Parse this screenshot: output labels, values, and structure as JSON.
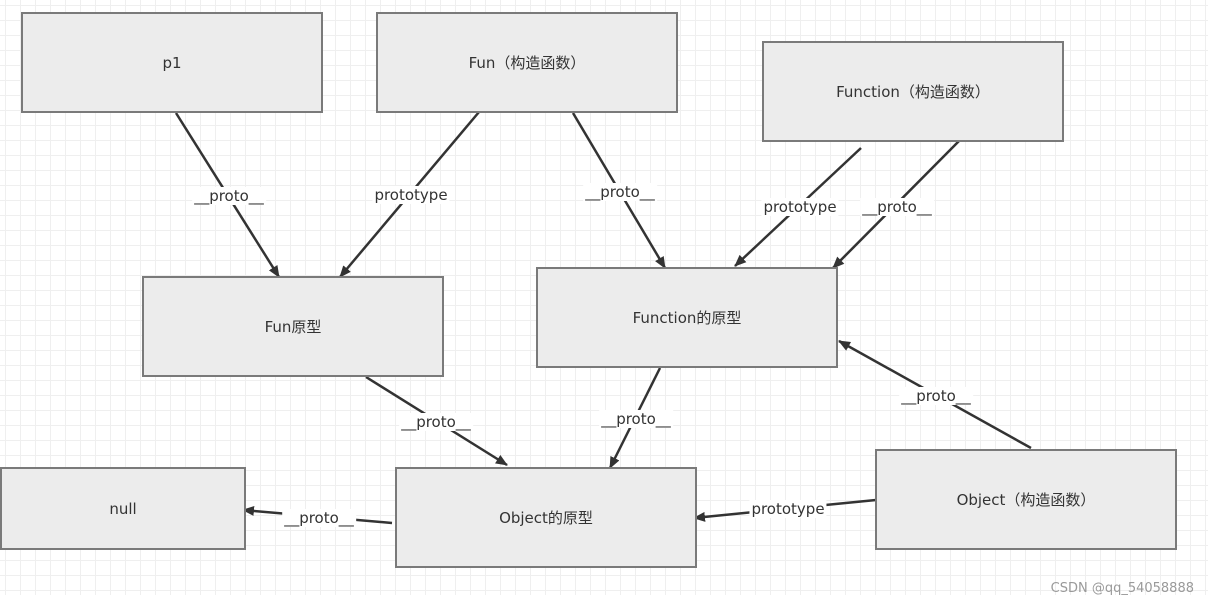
{
  "nodes": {
    "p1": "p1",
    "fun_ctor": "Fun（构造函数）",
    "function_ctor": "Function（构造函数）",
    "fun_proto": "Fun原型",
    "function_proto": "Function的原型",
    "null_node": "null",
    "object_proto": "Object的原型",
    "object_ctor": "Object（构造函数）"
  },
  "edges": {
    "p1_to_fun_proto": "__proto__",
    "fun_ctor_prototype": "prototype",
    "fun_ctor_proto": "__proto__",
    "function_ctor_prototype": "prototype",
    "function_ctor_proto": "__proto__",
    "fun_proto_to_object_proto": "__proto__",
    "function_proto_to_object_proto": "__proto__",
    "object_ctor_to_function_proto": "__proto__",
    "object_proto_to_null": "__proto__",
    "object_ctor_prototype": "prototype"
  },
  "watermark": "CSDN @qq_54058888",
  "colors": {
    "node_fill": "#ececec",
    "node_border": "#7a7a7a",
    "edge": "#333333",
    "grid": "#e2e2e2"
  }
}
